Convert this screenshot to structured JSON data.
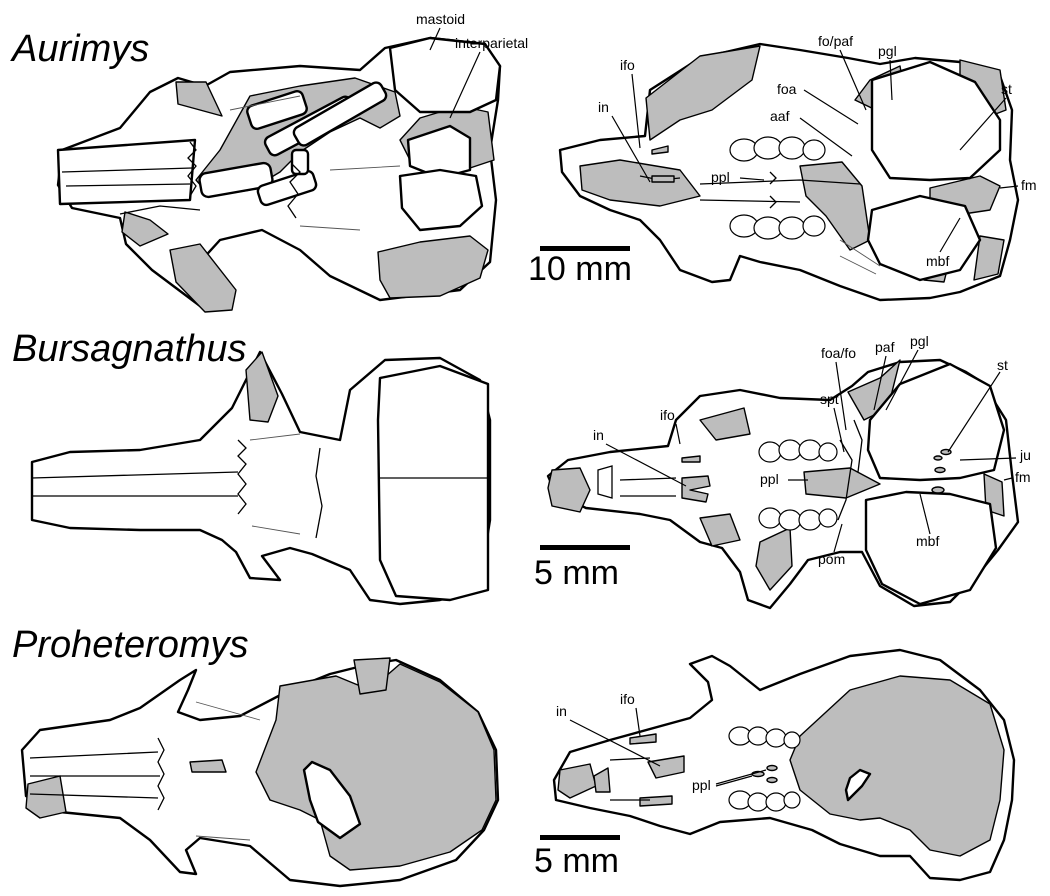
{
  "panels": [
    {
      "genus": "Aurimys",
      "scale_bar": "10 mm",
      "dorsal_labels": [
        "mastoid",
        "interparietal"
      ],
      "ventral_labels": [
        "ifo",
        "in",
        "ppl",
        "fo/paf",
        "foa",
        "aaf",
        "pgl",
        "st",
        "fm",
        "mbf"
      ]
    },
    {
      "genus": "Bursagnathus",
      "scale_bar": "5 mm",
      "dorsal_labels": [],
      "ventral_labels": [
        "ifo",
        "in",
        "ppl",
        "foa/fo",
        "spt",
        "paf",
        "pgl",
        "st",
        "ju",
        "fm",
        "mbf",
        "pom"
      ]
    },
    {
      "genus": "Proheteromys",
      "scale_bar": "5 mm",
      "dorsal_labels": [],
      "ventral_labels": [
        "ifo",
        "in",
        "ppl"
      ]
    }
  ],
  "colors": {
    "bone_outline": "#000000",
    "matrix_fill": "#bdbdbd",
    "background": "#ffffff"
  }
}
